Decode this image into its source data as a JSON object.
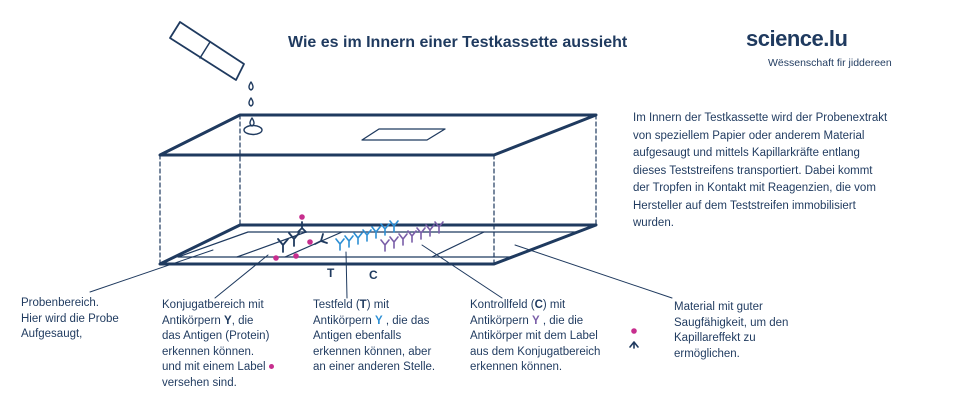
{
  "title": "Wie es im Innern einer Testkassette aussieht",
  "logo": {
    "main": "science.lu",
    "sub": "Wëssenschaft fir jiddereen"
  },
  "description": "Im Innern der Testkassette  wird der Probenextrakt von speziellem  Papier oder anderem Material aufgesaugt und mittels  Kapillarkräfte entlang dieses Teststreifens transportiert. Dabei kommt der Tropfen in Kontakt mit Reagenzien, die vom Hersteller  auf dem Teststreifen immobilisiert  wurden.",
  "line_labels": {
    "t": "T",
    "c": "C"
  },
  "colors": {
    "navy": "#1f3a5f",
    "magenta": "#c72e8e",
    "cyan": "#2d8fd4",
    "purple": "#7a5ea8"
  },
  "captions": {
    "probe": {
      "line1": "Probenbereich.",
      "line2": "Hier wird die Probe",
      "line3": "Aufgesaugt,"
    },
    "konjugat": {
      "line1": "Konjugatbereich  mit",
      "line2_a": "Antikörpern ",
      "line2_b": "Y",
      "line2_c": ", die",
      "line3": "das Antigen (Protein)",
      "line4": "erkennen können.",
      "line5": "und mit einem Label",
      "line6": "versehen sind."
    },
    "testfeld": {
      "line1_a": "Testfeld (",
      "line1_b": "T",
      "line1_c": ") mit",
      "line2_a": "Antikörpern ",
      "line2_b": "Y",
      "line2_c": " , die das",
      "line3": "Antigen ebenfalls",
      "line4": "erkennen können, aber",
      "line5": "an einer anderen Stelle."
    },
    "kontroll": {
      "line1_a": "Kontrollfeld (",
      "line1_b": "C",
      "line1_c": ")  mit",
      "line2_a": "Antikörpern ",
      "line2_b": "Y",
      "line2_c": " , die die",
      "line3": "Antikörper mit dem Label",
      "line4": "aus dem Konjugatbereich",
      "line5": "erkennen können."
    },
    "material": {
      "line1": "Material mit guter",
      "line2": "Saugfähigkeit,  um den",
      "line3": "Kapillareffekt  zu",
      "line4": "ermöglichen."
    }
  }
}
